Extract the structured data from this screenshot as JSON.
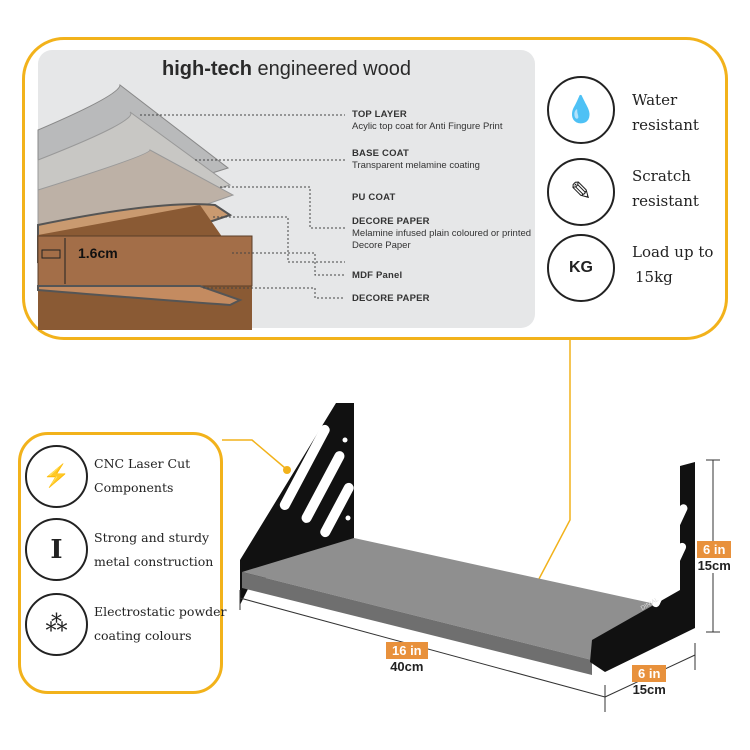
{
  "wood": {
    "title_bold": "high-tech",
    "title_rest": " engineered wood",
    "thickness": "1.6cm",
    "layers": [
      {
        "name": "TOP LAYER",
        "desc": "Acylic top coat for Anti Fingure Print"
      },
      {
        "name": "BASE COAT",
        "desc": "Transparent melamine coating"
      },
      {
        "name": "PU COAT",
        "desc": ""
      },
      {
        "name": "DECORE PAPER",
        "desc": "Melamine infused plain coloured or printed Decore Paper"
      },
      {
        "name": "MDF Panel",
        "desc": ""
      },
      {
        "name": "DECORE PAPER",
        "desc": ""
      }
    ]
  },
  "features_right": [
    {
      "icon": "water-drop-layers-icon",
      "line1": "Water",
      "line2": "resistant"
    },
    {
      "icon": "scratch-icon",
      "line1": "Scratch",
      "line2": "resistant"
    },
    {
      "icon": "kg-weight-icon",
      "line1": "Load up to",
      "line2": "15kg"
    }
  ],
  "features_left": [
    {
      "icon": "laser-cut-icon",
      "line1": "CNC Laser Cut",
      "line2": "Components"
    },
    {
      "icon": "metal-beam-icon",
      "line1": "Strong and sturdy",
      "line2": "metal construction"
    },
    {
      "icon": "spray-gun-icon",
      "line1": "Electrostatic powder",
      "line2": "coating colours"
    }
  ],
  "dimensions": {
    "width_in": "16 in",
    "width_cm": "40cm",
    "height_in": "6 in",
    "height_cm": "15cm",
    "depth_in": "6 in",
    "depth_cm": "15cm"
  },
  "brand_mark": "DINIAL",
  "colors": {
    "accent": "#f2b21b",
    "tag": "#e8913c"
  }
}
